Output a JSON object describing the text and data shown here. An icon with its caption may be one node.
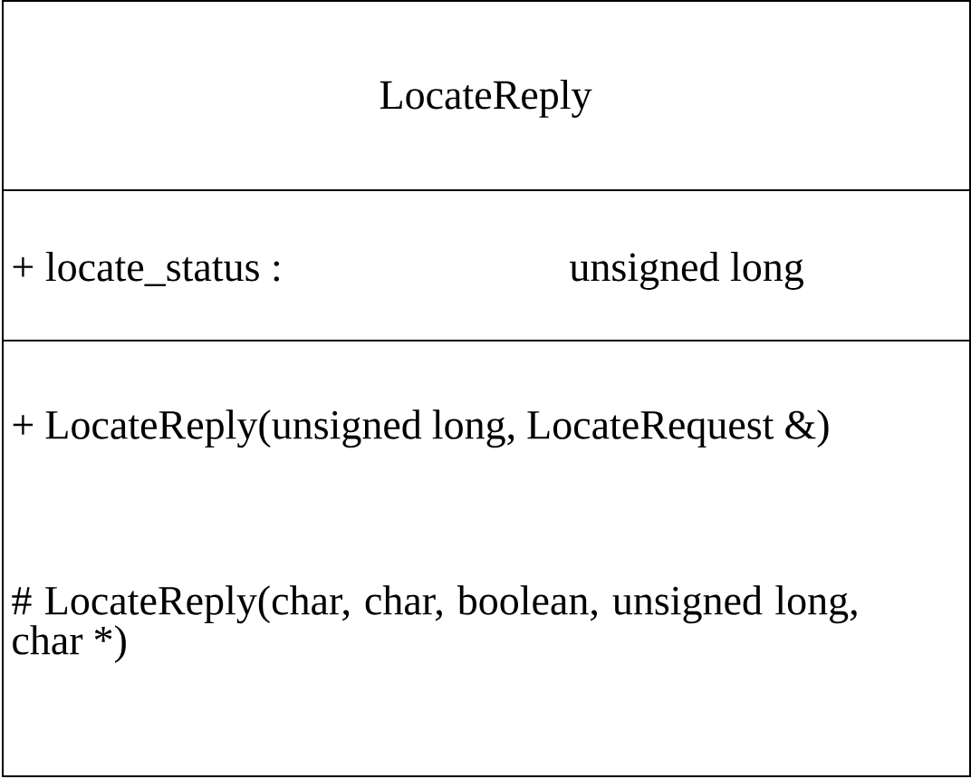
{
  "diagram": {
    "nodes": [
      {
        "text": [
          "LocateReply",
          "+ locate_status :",
          "unsigned long",
          "+ LocateReply(unsigned long, LocateRequest &)",
          "# LocateReply(char, char, boolean, unsigned long, char *)"
        ]
      }
    ]
  }
}
